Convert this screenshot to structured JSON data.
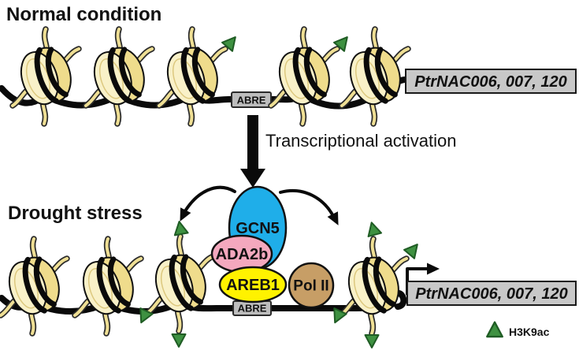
{
  "sections": {
    "normal": {
      "title": "Normal condition"
    },
    "drought": {
      "title": "Drought stress"
    }
  },
  "transition": {
    "label": "Transcriptional activation"
  },
  "gene_box": {
    "label": "PtrNAC006, 007, 120"
  },
  "abre": {
    "label": "ABRE"
  },
  "proteins": {
    "gcn5": "GCN5",
    "ada2b": "ADA2b",
    "areb1": "AREB1",
    "pol2": "Pol II"
  },
  "legend": {
    "h3k9ac": "H3K9ac"
  },
  "colors": {
    "gcn5": "#1FAEE9",
    "ada2b": "#F4A8BE",
    "areb1": "#FFF200",
    "pol2": "#C79E66",
    "h3k9ac": "#3E9141",
    "h3k9ac_edge": "#1F5C24",
    "dna": "#0A0A0A",
    "nucleosome_face": "#F9F1C8",
    "nucleosome_side": "#EFDC8C",
    "tail": "#EFDF94",
    "gene_box_gray": "#C8C8C8",
    "abre_gray": "#BDBDBD"
  }
}
